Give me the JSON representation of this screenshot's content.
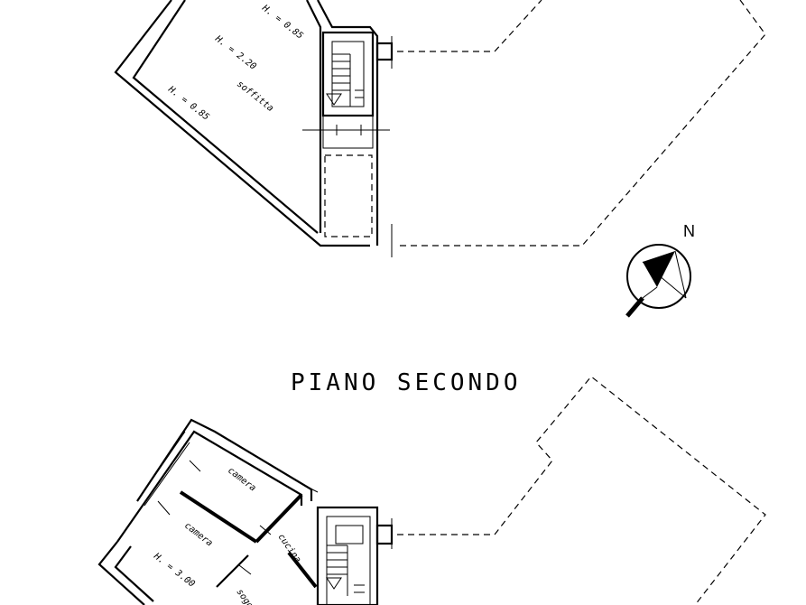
{
  "drawing": {
    "upper_plan": {
      "labels": {
        "height_top": "H. = 0.85",
        "height_mid": "H. = 2.20",
        "room": "soffitta",
        "height_low": "H. = 0.85"
      }
    },
    "floor_title": "PIANO SECONDO",
    "north_label": "N",
    "lower_plan": {
      "labels": {
        "room_1": "camera",
        "room_2": "camera",
        "kitchen": "cucina",
        "height": "H. = 3.00",
        "partial_room": "soggiorno"
      }
    }
  }
}
